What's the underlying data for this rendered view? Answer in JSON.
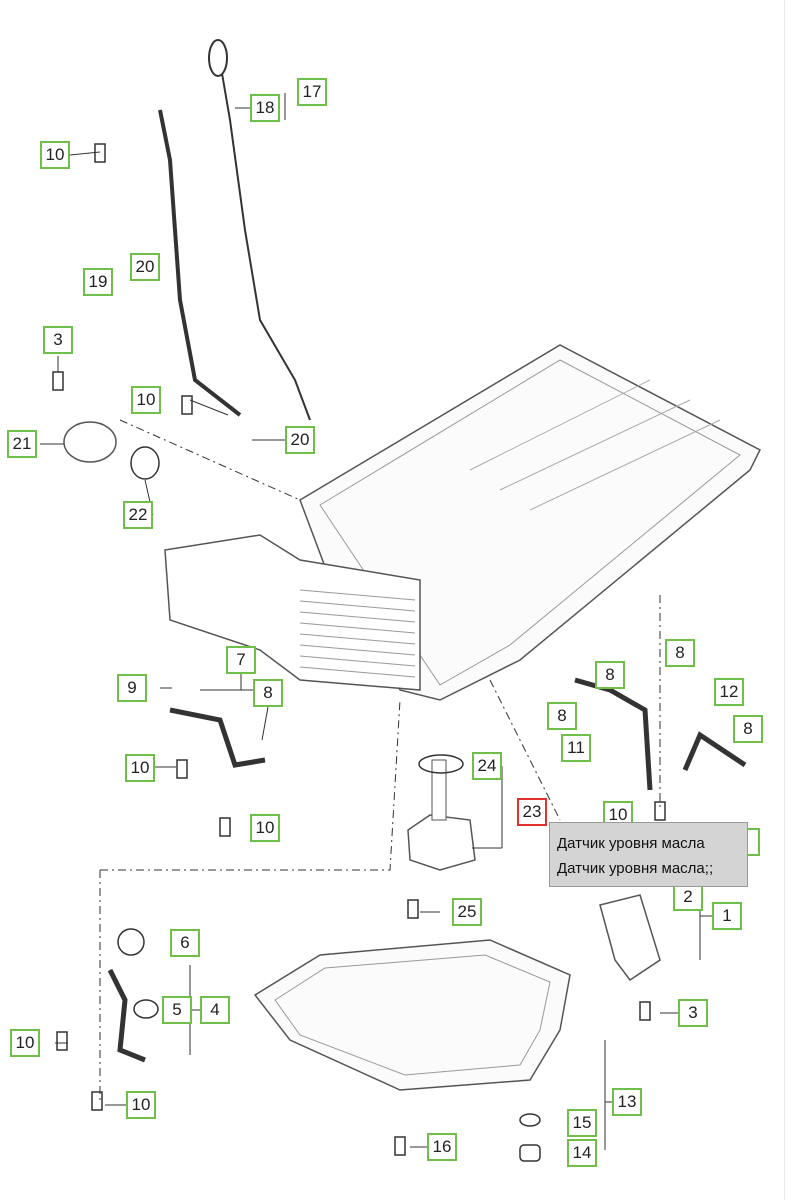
{
  "diagram": {
    "callouts": [
      "17",
      "18",
      "10",
      "19",
      "20",
      "3",
      "10",
      "20",
      "21",
      "22",
      "7",
      "9",
      "8",
      "10",
      "10",
      "24",
      "23",
      "8",
      "8",
      "12",
      "8",
      "11",
      "8",
      "10",
      "25",
      "6",
      "5",
      "4",
      "10",
      "10",
      "1",
      "2",
      "3",
      "13",
      "15",
      "14",
      "16",
      ""
    ],
    "selected_callout": "23",
    "colors": {
      "callout_border": "#6fbf4a",
      "selected_border": "#e03030",
      "line": "#333333",
      "part_outline": "#555555"
    }
  },
  "tooltip": {
    "line1": "Датчик уровня масла",
    "line2": "Датчик уровня масла;;"
  }
}
